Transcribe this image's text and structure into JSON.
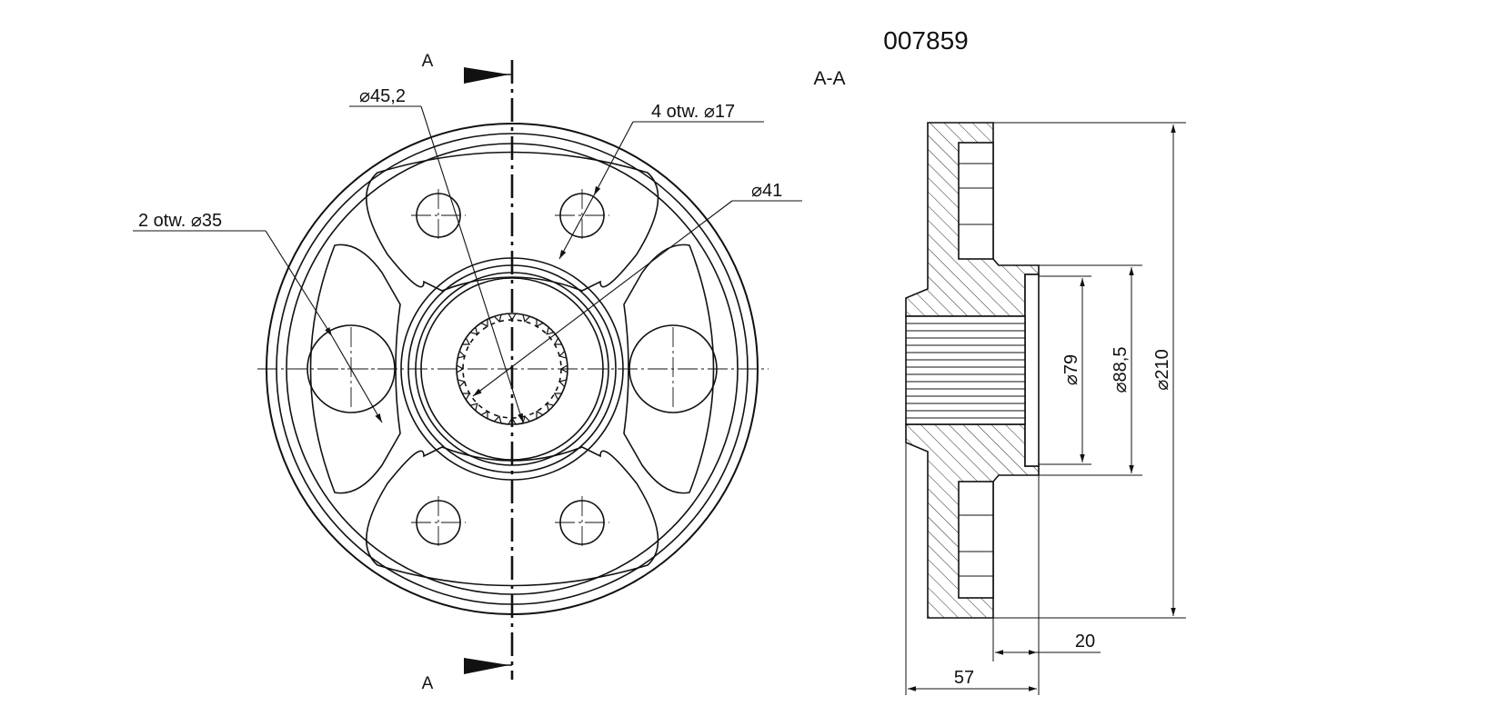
{
  "drawing": {
    "part_number": "007859",
    "section_label": "A-A",
    "cut_label_top": "A",
    "cut_label_bottom": "A",
    "front_view": {
      "holes_small": "4 otw. ⌀17",
      "holes_large": "2 otw. ⌀35",
      "spline_outer": "⌀45,2",
      "spline_inner": "⌀41"
    },
    "section_view": {
      "dia_79": "⌀79",
      "dia_88_5": "⌀88,5",
      "dia_210": "⌀210",
      "flange_thickness": "20",
      "total_length": "57"
    }
  },
  "colors": {
    "line": "#111111",
    "background": "#ffffff"
  }
}
